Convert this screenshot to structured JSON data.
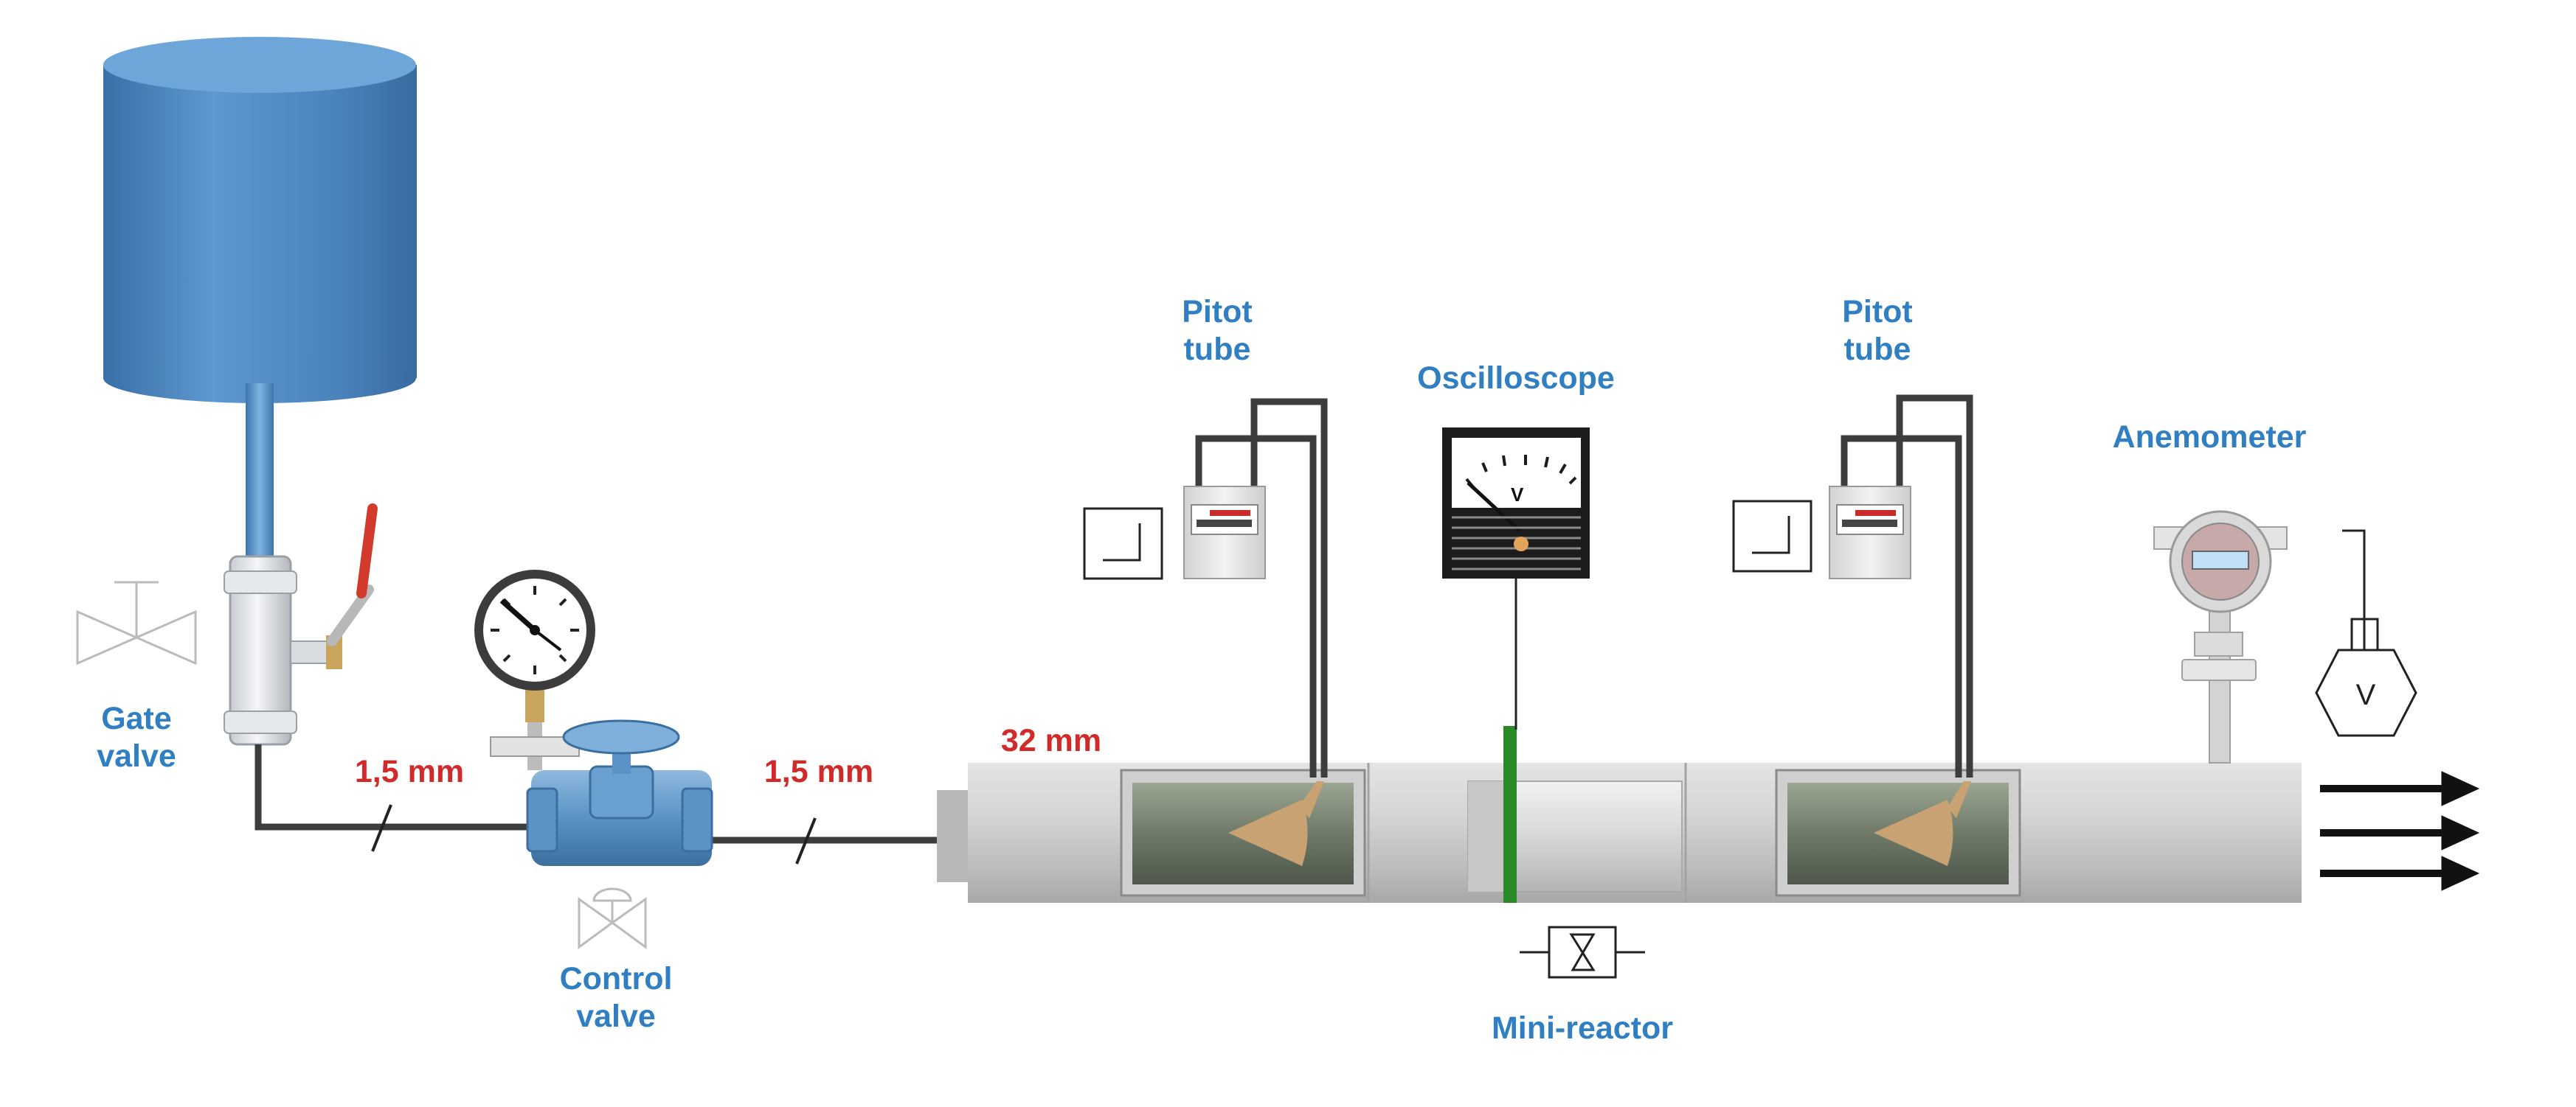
{
  "labels": {
    "gate_valve": [
      "Gate",
      "valve"
    ],
    "control_valve": [
      "Control",
      "valve"
    ],
    "pitot_tube_1": [
      "Pitot",
      "tube"
    ],
    "pitot_tube_2": [
      "Pitot",
      "tube"
    ],
    "oscilloscope": "Oscilloscope",
    "anemometer": "Anemometer",
    "mini_reactor": "Mini-reactor"
  },
  "dimensions": {
    "pipe_1": "1,5 mm",
    "pipe_2": "1,5 mm",
    "main_tube": "32 mm"
  },
  "meter_symbol": "V",
  "voltmeter_symbol": "V",
  "colors": {
    "label_blue": "#2f7fc2",
    "dimension_red": "#d12a2a",
    "tank_blue": "#4d86c0",
    "tube_grey": "#c9c9c9",
    "electrode_green": "#2a8a2a",
    "nozzle_tan": "#c9a274"
  }
}
